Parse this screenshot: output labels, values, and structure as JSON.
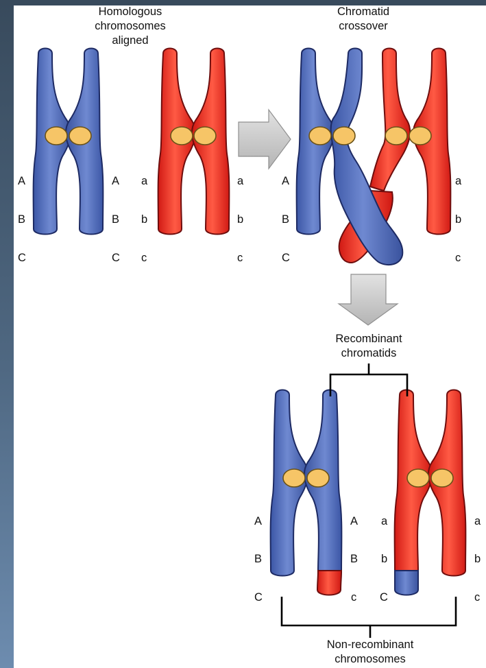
{
  "captions": {
    "homologous_aligned": [
      "Homologous",
      "chromosomes",
      "aligned"
    ],
    "chromatid_crossover": [
      "Chromatid",
      "crossover"
    ],
    "recombinant_chromatids": [
      "Recombinant",
      "chromatids"
    ],
    "non_recombinant_chromosomes": [
      "Non-recombinant",
      "chromosomes"
    ]
  },
  "alleles": {
    "dominant": [
      "A",
      "B",
      "C"
    ],
    "recessive": [
      "a",
      "b",
      "c"
    ]
  },
  "colors": {
    "maternal_blue": "#4a66b4",
    "paternal_red": "#e8231c",
    "centromere": "#f6c567",
    "arrow_gray": "#c9c9c9"
  }
}
